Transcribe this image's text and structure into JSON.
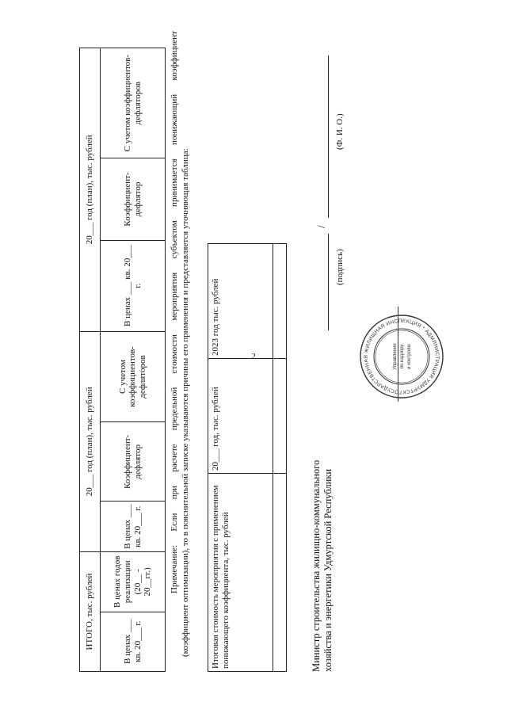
{
  "page_number": "2",
  "main_table": {
    "group_total": "ИТОГО, тыс. рублей",
    "group_plan_1": "20___ год (план), тыс. рублей",
    "group_plan_2": "20___ год (план), тыс. рублей",
    "col_prices_q": "В ценах ___ кв. 20___ г.",
    "col_prices_years": "В ценах годов реализации (20__ - 20__гг.)",
    "col_prices_q_2": "В ценах ___ кв. 20___ г.",
    "col_deflator": "Коэффициент-дефлятор",
    "col_with_deflators": "С учетом коэффициентов-дефляторов",
    "col_prices_q_3": "В ценах ___ кв. 20___ г.",
    "col_deflator_2": "Коэффициент-дефлятор",
    "col_with_deflators_2": "С учетом коэффициентов-дефляторов"
  },
  "note": {
    "line1": "Примечание: Если при расчете предельной стоимости мероприятия субъектом принимается понижающий коэффициент",
    "line2": "(коэффициент оптимизации), то в пояснительной записке указываются причины его применения и представляется уточняющая таблица:"
  },
  "small_table": {
    "col1": "Итоговая стоимость мероприятия с применением понижающего коэффициента, тыс. рублей",
    "col2": "20___ год, тыс. рублей",
    "col3": "2023 год тыс. рублей"
  },
  "signer": {
    "line1": "Министр строительства жилищно-коммунального",
    "line2": "хозяйства и энергетики Удмуртской Республики"
  },
  "signature": {
    "slash": "/",
    "caption_sign": "(подпись)",
    "caption_name": "(Ф. И. О.)"
  },
  "stamp": {
    "ring_text": "ГОСУДАРСТВЕННАЯ ЖИЛИЩНАЯ ИНСПЕКЦИЯ * АДМИНИСТРАЦИЯ УДМУРТСКОЙ РЕСПУБЛИКИ *",
    "center_line1": "Управление",
    "center_line2": "по надзору",
    "center_line3": "и контролю"
  }
}
